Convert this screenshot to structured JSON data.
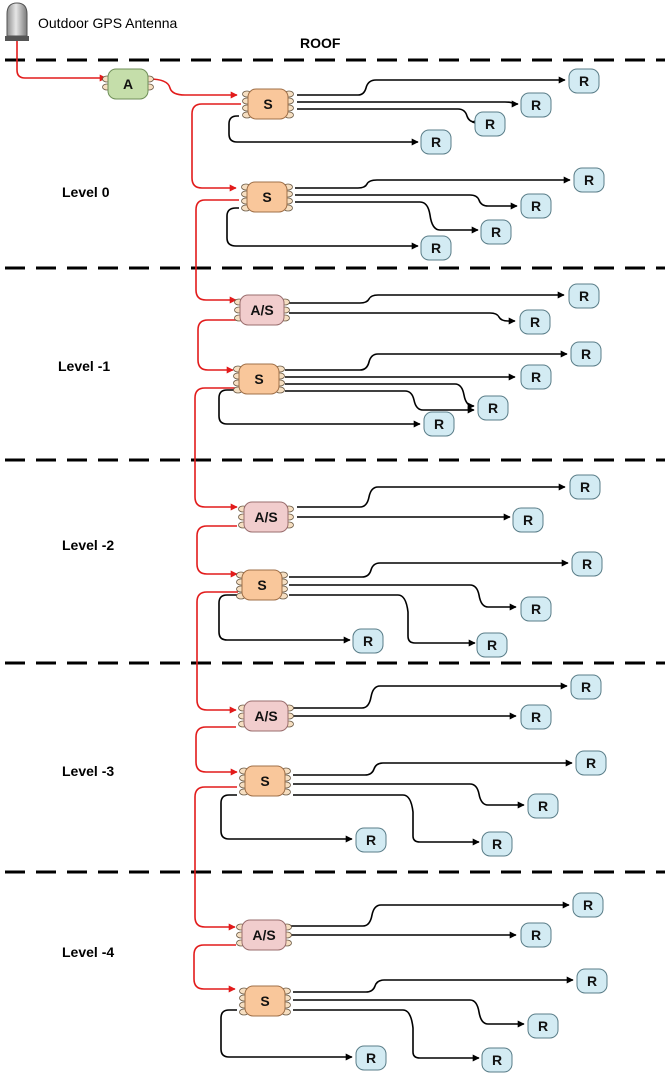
{
  "antenna_label": "Outdoor GPS Antenna",
  "roof_label": "ROOF",
  "levels": [
    "Level 0",
    "Level -1",
    "Level -2",
    "Level -3",
    "Level -4"
  ],
  "node_labels": {
    "amplifier": "A",
    "splitter": "S",
    "amp_splitter": "A/S",
    "receiver": "R"
  },
  "colors": {
    "signal_line": "#e21b1b",
    "distribution_line": "#000000",
    "amplifier_fill": "#c5deaa",
    "splitter_fill": "#f9c79b",
    "amp_splitter_fill": "#f1cdcd",
    "receiver_fill": "#d3ebf3"
  },
  "icons": [
    "gps-antenna-icon"
  ]
}
